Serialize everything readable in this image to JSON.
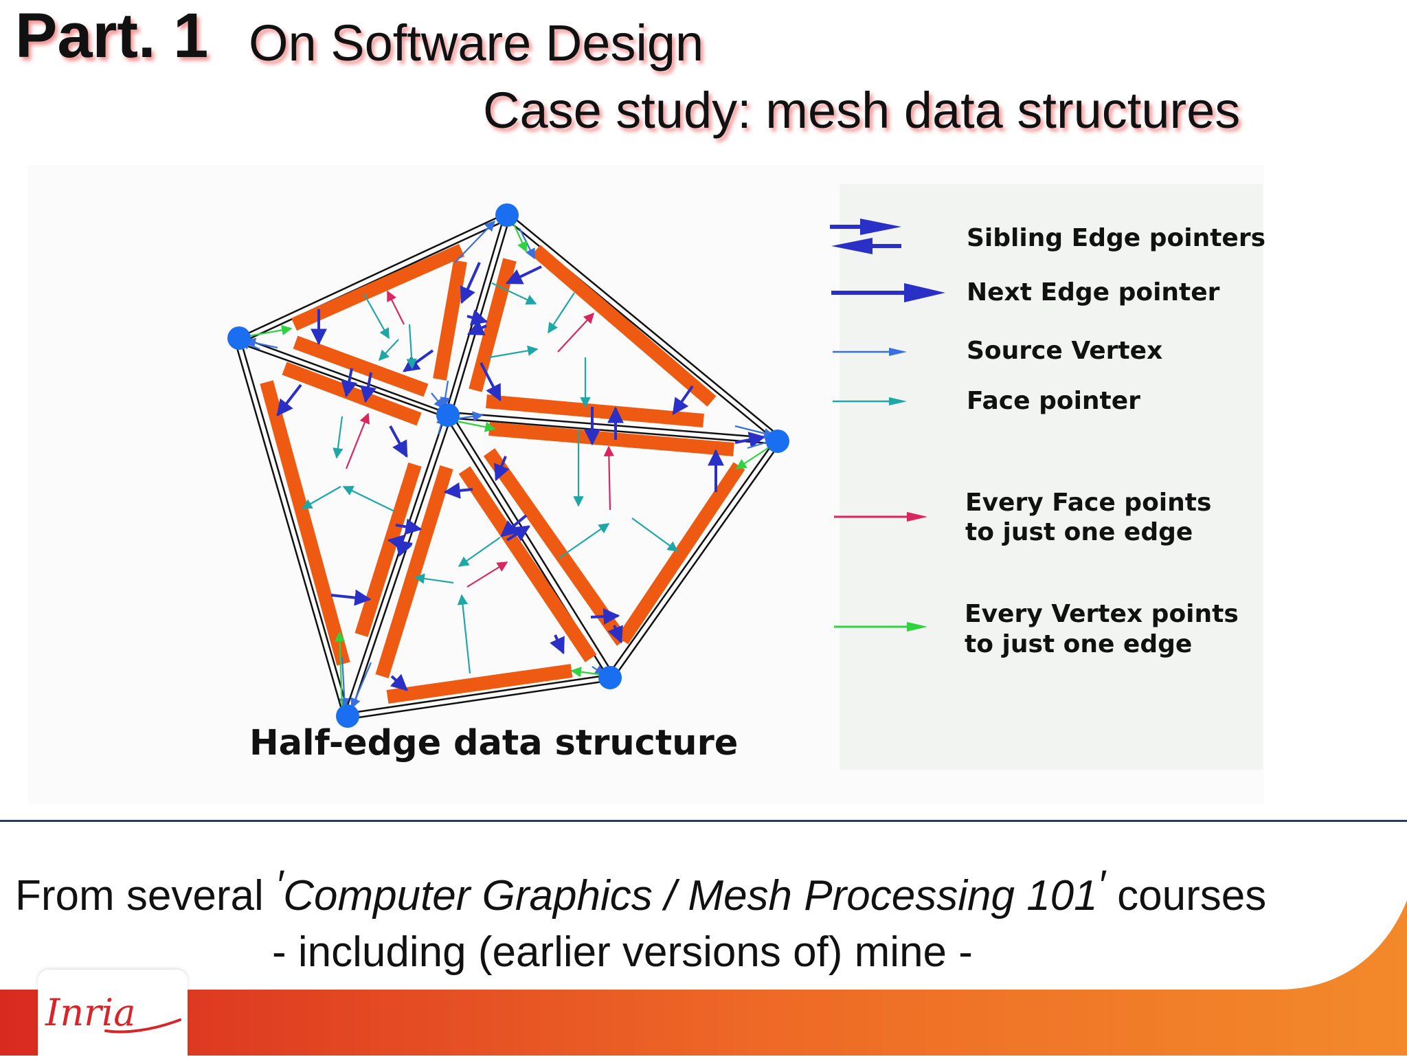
{
  "title": {
    "part": "Part. 1",
    "topic": "On Software Design",
    "subtitle": "Case study: mesh data structures"
  },
  "diagram": {
    "caption": "Half-edge data structure",
    "vertices": [
      "v-top",
      "v-left",
      "v-center",
      "v-right",
      "v-bottom-left",
      "v-bottom-right"
    ],
    "edges": [
      [
        "v-top",
        "v-left"
      ],
      [
        "v-top",
        "v-right"
      ],
      [
        "v-left",
        "v-bottom-left"
      ],
      [
        "v-bottom-left",
        "v-bottom-right"
      ],
      [
        "v-bottom-right",
        "v-right"
      ],
      [
        "v-center",
        "v-top"
      ],
      [
        "v-center",
        "v-left"
      ],
      [
        "v-center",
        "v-right"
      ],
      [
        "v-center",
        "v-bottom-left"
      ],
      [
        "v-center",
        "v-bottom-right"
      ]
    ],
    "colors": {
      "half_edge": "#ee5a12",
      "vertex": "#1a6ef0",
      "mesh_edge": "#111111",
      "sibling_edge_pointer": "#2a2fc6",
      "next_edge_pointer": "#2a2fc6",
      "source_vertex": "#3a6fe0",
      "face_pointer": "#1fa7a7",
      "face_to_edge": "#d9265f",
      "vertex_to_edge": "#2fd23f"
    }
  },
  "legend": {
    "items": [
      {
        "label": "Sibling Edge pointers",
        "icon": "sibling-edge-arrows-icon"
      },
      {
        "label": "Next Edge pointer",
        "icon": "next-edge-arrow-icon"
      },
      {
        "label": "Source Vertex",
        "icon": "source-vertex-arrow-icon"
      },
      {
        "label": "Face pointer",
        "icon": "face-pointer-arrow-icon"
      },
      {
        "label_line1": "Every Face points",
        "label_line2": "to just one edge",
        "icon": "face-to-edge-arrow-icon"
      },
      {
        "label_line1": "Every Vertex points",
        "label_line2": "to just one edge",
        "icon": "vertex-to-edge-arrow-icon"
      }
    ]
  },
  "footer": {
    "prefix": "From several ",
    "open_quote": "′",
    "course": "Computer Graphics / Mesh Processing 101",
    "close_quote": "′",
    "suffix": " courses",
    "line2": "- including (earlier versions of) mine -",
    "logo": "Inria",
    "colors": {
      "band_start": "#d92a20",
      "band_end": "#f3892a",
      "divider": "#1f3f6b"
    }
  }
}
